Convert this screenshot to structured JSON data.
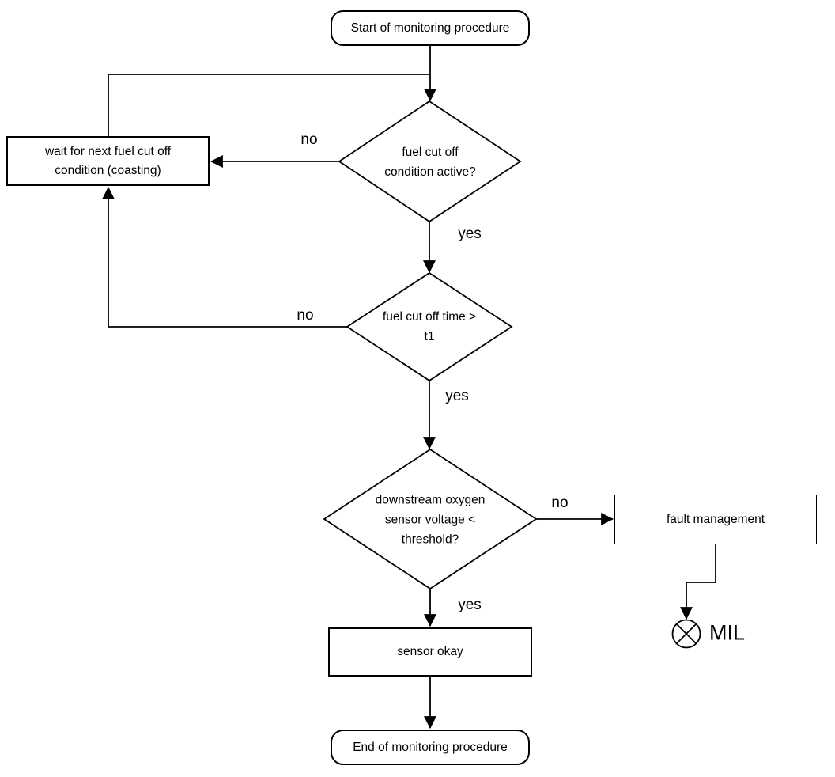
{
  "nodes": {
    "start": {
      "label": "Start of monitoring procedure",
      "type": "terminator"
    },
    "wait": {
      "label": "wait for next fuel cut off\ncondition (coasting)",
      "type": "process"
    },
    "decision_fuel_cut_off_active": {
      "label": "fuel cut off\ncondition active?",
      "type": "decision"
    },
    "decision_fuel_cut_off_time": {
      "label": "fuel cut off time >\nt1",
      "type": "decision"
    },
    "decision_sensor_voltage": {
      "label": "downstream oxygen\nsensor voltage <\nthreshold?",
      "type": "decision"
    },
    "fault_management": {
      "label": "fault management",
      "type": "process"
    },
    "mil": {
      "label": "MIL",
      "type": "indicator-lamp"
    },
    "sensor_okay": {
      "label": "sensor okay",
      "type": "process"
    },
    "end": {
      "label": "End of monitoring procedure",
      "type": "terminator"
    }
  },
  "edge_labels": {
    "decision1_no": "no",
    "decision1_yes": "yes",
    "decision2_no": "no",
    "decision2_yes": "yes",
    "decision3_no": "no",
    "decision3_yes": "yes"
  },
  "edges": [
    {
      "from": "start",
      "to": "decision_fuel_cut_off_active",
      "label": ""
    },
    {
      "from": "decision_fuel_cut_off_active",
      "to": "wait",
      "label": "no"
    },
    {
      "from": "wait",
      "to": "decision_fuel_cut_off_active",
      "label": ""
    },
    {
      "from": "decision_fuel_cut_off_active",
      "to": "decision_fuel_cut_off_time",
      "label": "yes"
    },
    {
      "from": "decision_fuel_cut_off_time",
      "to": "wait",
      "label": "no"
    },
    {
      "from": "decision_fuel_cut_off_time",
      "to": "decision_sensor_voltage",
      "label": "yes"
    },
    {
      "from": "decision_sensor_voltage",
      "to": "fault_management",
      "label": "no"
    },
    {
      "from": "fault_management",
      "to": "mil",
      "label": ""
    },
    {
      "from": "decision_sensor_voltage",
      "to": "sensor_okay",
      "label": "yes"
    },
    {
      "from": "sensor_okay",
      "to": "end",
      "label": ""
    }
  ],
  "colors": {
    "stroke": "#000000",
    "fill": "#ffffff",
    "text": "#000000"
  }
}
